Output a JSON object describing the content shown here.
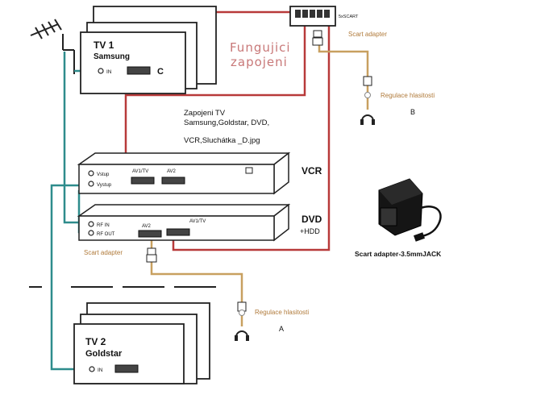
{
  "title": {
    "line1": "Fungujici",
    "line2": "zapojeni"
  },
  "caption": {
    "line1": "Zapojeni TV",
    "line2": "Samsung,Goldstar, DVD,",
    "line3": "VCR,Sluchátka _D.jpg"
  },
  "devices": {
    "tv1": {
      "line1": "TV 1",
      "line2": "Samsung",
      "port_in": "IN",
      "scart_letter": "C"
    },
    "tv2": {
      "line1": "TV 2",
      "line2": "Goldstar",
      "port_in": "IN"
    },
    "vcr": {
      "label": "VCR",
      "port_vstup_top": "Vstup",
      "port_vystup": "Vystup",
      "scart_av1": "AV1/TV",
      "scart_av2": "AV2"
    },
    "dvd": {
      "label": "DVD",
      "sub_label": "+HDD",
      "port_rfin": "RF IN",
      "port_rfout": "RF OUT",
      "scart_av2": "AV2",
      "scart_av1": "AV1/TV"
    },
    "splitter": {
      "label": "5xSCART"
    }
  },
  "adapters": {
    "scart_top": "Scart adapter",
    "scart_bottom": "Scart adapter",
    "jack_product": "Scart adapter-3.5mmJACK"
  },
  "volume": {
    "b": {
      "label": "Regulace hlasitosti",
      "letter": "B"
    },
    "a": {
      "label": "Regulace hlasitosti",
      "letter": "A"
    }
  },
  "colors": {
    "cable_red": "#b83a3a",
    "cable_teal": "#2e8c8c",
    "cable_tan": "#c8a060",
    "title_color": "#c87878",
    "line": "#222222"
  }
}
